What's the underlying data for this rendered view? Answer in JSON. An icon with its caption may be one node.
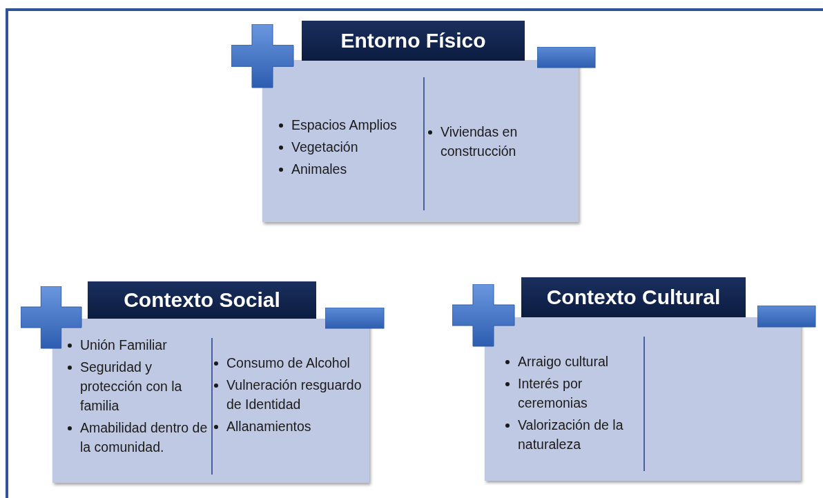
{
  "diagram": {
    "nodes": [
      {
        "text": [
          "Entorno Físico"
        ]
      },
      {
        "text": [
          "Espacios Amplios",
          "Vegetación",
          "Animales",
          "Viviendas en construcción"
        ]
      },
      {
        "text": [
          "Contexto Social"
        ]
      },
      {
        "text": [
          "Unión Familiar",
          "Seguridad y protección con la familia",
          "Amabilidad dentro de la comunidad.",
          "Consumo de Alcohol",
          "Vulneración resguardo de Identidad",
          "Allanamientos"
        ]
      },
      {
        "text": [
          "Contexto Cultural"
        ]
      },
      {
        "text": [
          "Arraigo cultural",
          "Interés por ceremonias",
          "Valorización de la naturaleza"
        ]
      }
    ],
    "edges": []
  }
}
